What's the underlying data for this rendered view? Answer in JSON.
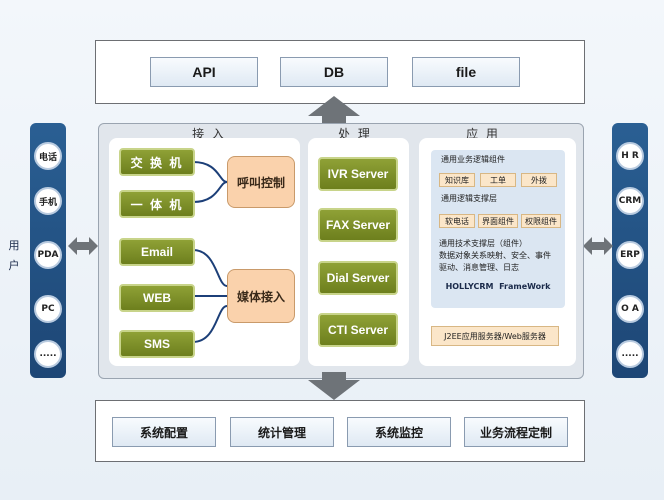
{
  "top": {
    "items": [
      "API",
      "DB",
      "file"
    ]
  },
  "user_label": [
    "用",
    "户"
  ],
  "left_bar": {
    "items": [
      "电话",
      "手机",
      "PDA",
      "PC",
      "....."
    ]
  },
  "right_bar": {
    "items": [
      "H R",
      "CRM",
      "ERP",
      "O A",
      "....."
    ]
  },
  "columns": {
    "access": {
      "title": "接 入",
      "devices": [
        "交 换 机",
        "一 体 机"
      ],
      "call_control": "呼叫控制",
      "channels": [
        "Email",
        "WEB",
        "SMS"
      ],
      "media_access": "媒体接入"
    },
    "processing": {
      "title": "处 理",
      "servers": [
        "IVR Server",
        "FAX Server",
        "Dial Server",
        "CTI Server"
      ]
    },
    "application": {
      "title": "应 用",
      "business_logic_label": "通用业务逻辑组件",
      "business_chips": [
        "知识库",
        "工单",
        "外拨"
      ],
      "logic_support_label": "通用逻辑支撑层",
      "logic_chips": [
        "软电话",
        "界面组件",
        "权限组件"
      ],
      "tech_support_lines": [
        "通用技术支撑层（组件）",
        "数据对象关系映射、安全、事件",
        "驱动、消息管理、日志"
      ],
      "framework": "HOLLYCRM  FrameWork",
      "server_box": "J2EE应用服务器/Web服务器"
    }
  },
  "bottom": {
    "items": [
      "系统配置",
      "统计管理",
      "系统监控",
      "业务流程定制"
    ]
  },
  "colors": {
    "side_bar": "#1d4675",
    "olive_box": "#7b8d26",
    "peach_box": "#fad2ac",
    "frame": "#e1e6ec"
  }
}
